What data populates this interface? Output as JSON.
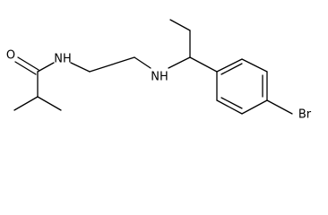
{
  "molecule": {
    "atoms": {
      "carbonyl_oxygen": "O",
      "amide_nitrogen": "NH",
      "amine_nitrogen": "NH",
      "bromine": "Br"
    }
  }
}
